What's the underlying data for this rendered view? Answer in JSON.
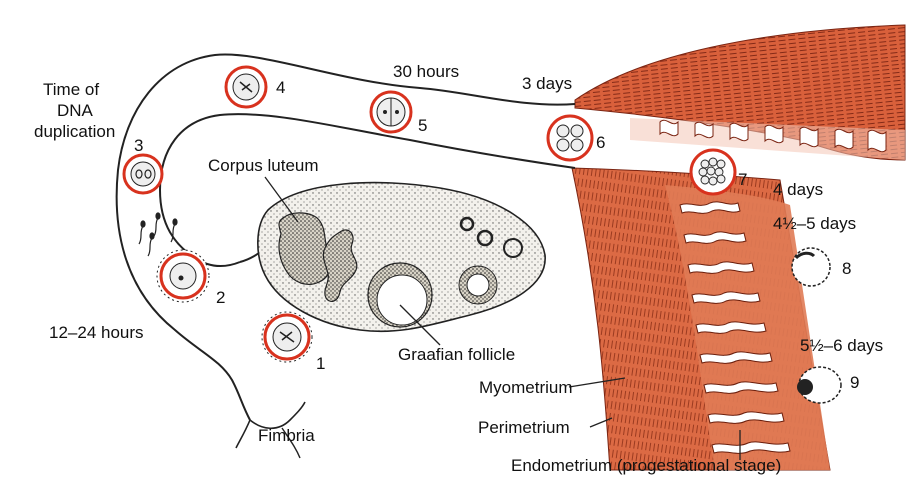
{
  "labels": {
    "dna_line1": "Time of",
    "dna_line2": "DNA",
    "dna_line3": "duplication",
    "t_30h": "30 hours",
    "t_3d": "3 days",
    "t_4d": "4 days",
    "t_4_5d": "4½–5 days",
    "t_5_6d": "5½–6 days",
    "t_12_24h": "12–24 hours",
    "corpus_luteum": "Corpus luteum",
    "graafian": "Graafian follicle",
    "myometrium": "Myometrium",
    "perimetrium": "Perimetrium",
    "endometrium": "Endometrium (progestational stage)",
    "fimbria": "Fimbria"
  },
  "stages": [
    "1",
    "2",
    "3",
    "4",
    "5",
    "6",
    "7",
    "8",
    "9"
  ],
  "colors": {
    "muscle": "#d9603b",
    "muscle_dark": "#a8361c",
    "marker_ring": "#d8321e",
    "ovary_fill": "#f1efea",
    "outline": "#222222"
  }
}
